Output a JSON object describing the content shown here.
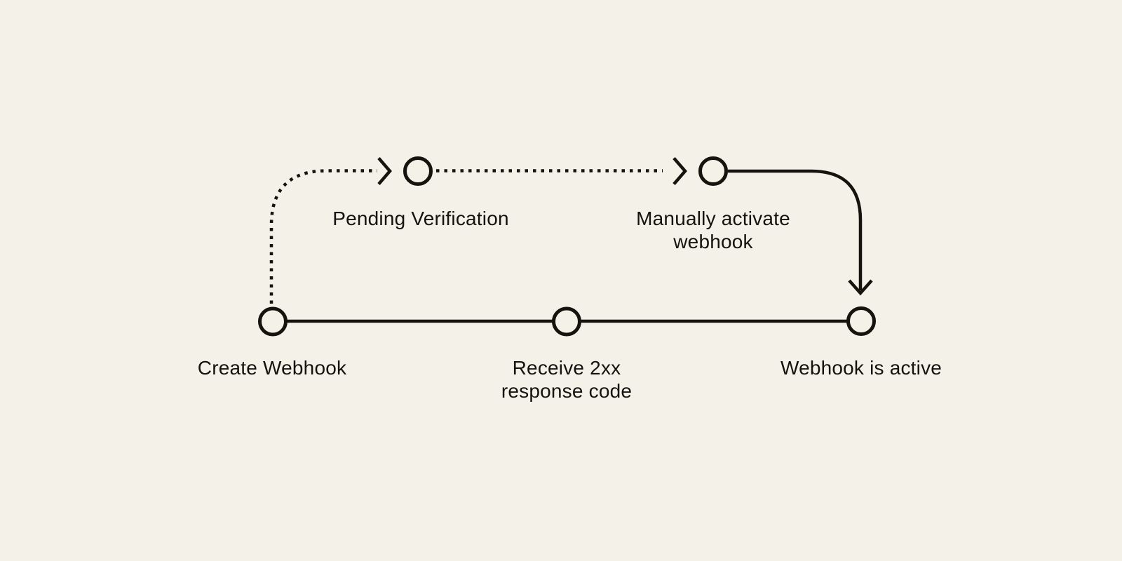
{
  "diagram": {
    "name": "webhook-lifecycle-flow",
    "colors": {
      "background": "#F4F1E9",
      "stroke": "#15130D",
      "node_fill": "#F4F1E9",
      "text": "#15130D"
    },
    "nodes": {
      "create": {
        "label": "Create Webhook"
      },
      "receive": {
        "lines": [
          "Receive 2xx",
          "response code"
        ]
      },
      "active": {
        "label": "Webhook is active"
      },
      "pending": {
        "label": "Pending Verification"
      },
      "manual": {
        "lines": [
          "Manually activate",
          "webhook"
        ]
      }
    },
    "edges": [
      {
        "from": "create",
        "to": "receive",
        "style": "solid",
        "arrow": false
      },
      {
        "from": "receive",
        "to": "active",
        "style": "solid",
        "arrow": false
      },
      {
        "from": "create",
        "to": "pending",
        "style": "dotted",
        "arrow": true
      },
      {
        "from": "pending",
        "to": "manual",
        "style": "dotted",
        "arrow": true
      },
      {
        "from": "manual",
        "to": "active",
        "style": "solid",
        "arrow": true
      }
    ]
  }
}
